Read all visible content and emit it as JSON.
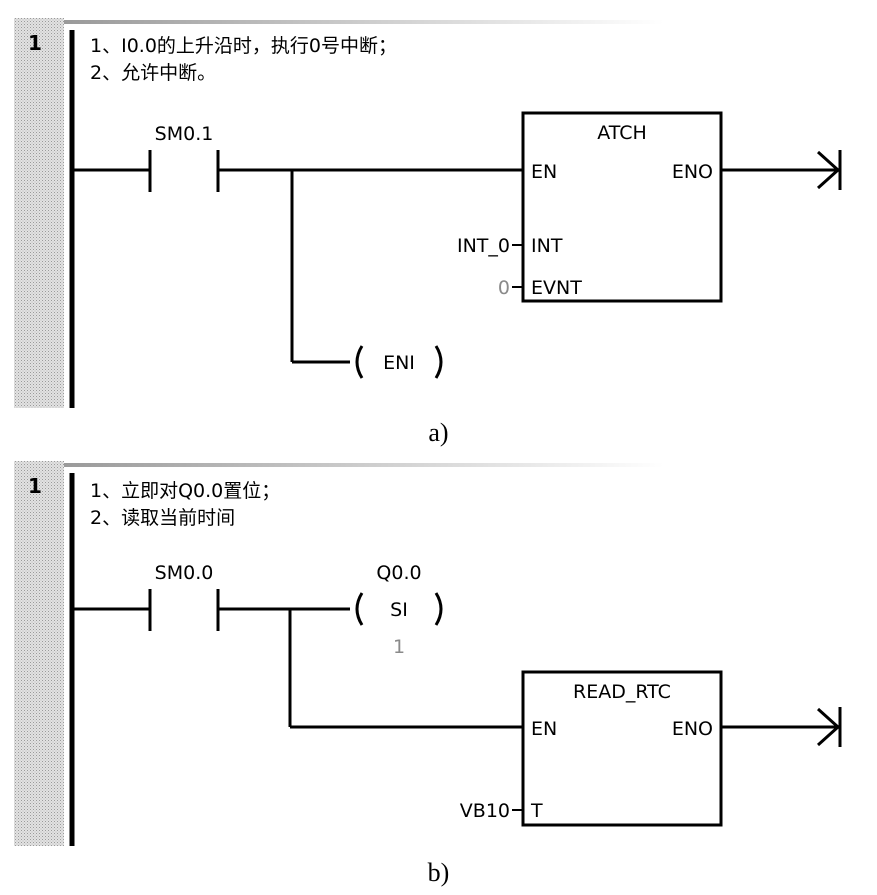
{
  "network_a": {
    "number": "1",
    "comment_line1": "1、I0.0的上升沿时，执行0号中断；",
    "comment_line2": "2、允许中断。",
    "contact_label": "SM0.1",
    "block": {
      "title": "ATCH",
      "en": "EN",
      "eno": "ENO",
      "pin_int": "INT",
      "pin_evnt": "EVNT",
      "input_int": "INT_0",
      "input_evnt": "0"
    },
    "coil_label": "ENI",
    "caption": "a)"
  },
  "network_b": {
    "number": "1",
    "comment_line1": "1、立即对Q0.0置位；",
    "comment_line2": "2、读取当前时间",
    "contact_label": "SM0.0",
    "coil": {
      "address": "Q0.0",
      "label": "SI",
      "count": "1"
    },
    "block": {
      "title": "READ_RTC",
      "en": "EN",
      "eno": "ENO",
      "pin_t": "T",
      "input_t": "VB10"
    },
    "caption": "b)"
  }
}
